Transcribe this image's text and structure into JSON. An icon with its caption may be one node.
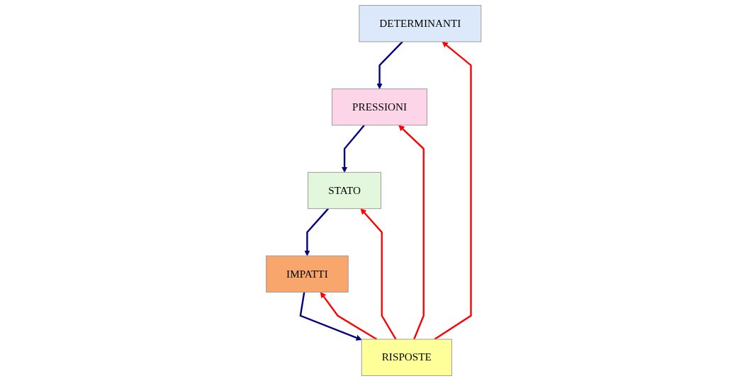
{
  "diagram": {
    "nodes": [
      {
        "text": [
          "DETERMINANTI"
        ]
      },
      {
        "text": [
          "RISPOSTE"
        ]
      },
      {
        "text": [
          "PRESSIONI"
        ]
      },
      {
        "text": [
          "IMPATTI"
        ]
      },
      {
        "text": [
          "STATO"
        ]
      }
    ],
    "edges": [
      {
        "from": 1,
        "to": 0,
        "arrow": "to",
        "color": "#ff0000"
      },
      {
        "from": 1,
        "to": 2,
        "arrow": "to",
        "color": "#ff0000"
      },
      {
        "from": 1,
        "to": 4,
        "arrow": "to",
        "color": "#ff0000"
      },
      {
        "from": 1,
        "to": 3,
        "arrow": "to",
        "color": "#ff0000"
      },
      {
        "from": 3,
        "to": 1,
        "arrow": "to",
        "color": "#000080"
      },
      {
        "from": 0,
        "to": 2,
        "arrow": "to",
        "color": "#000080"
      },
      {
        "from": 2,
        "to": 4,
        "arrow": "to",
        "color": "#000080"
      },
      {
        "from": 4,
        "to": 3,
        "arrow": "to",
        "color": "#000080"
      }
    ]
  }
}
